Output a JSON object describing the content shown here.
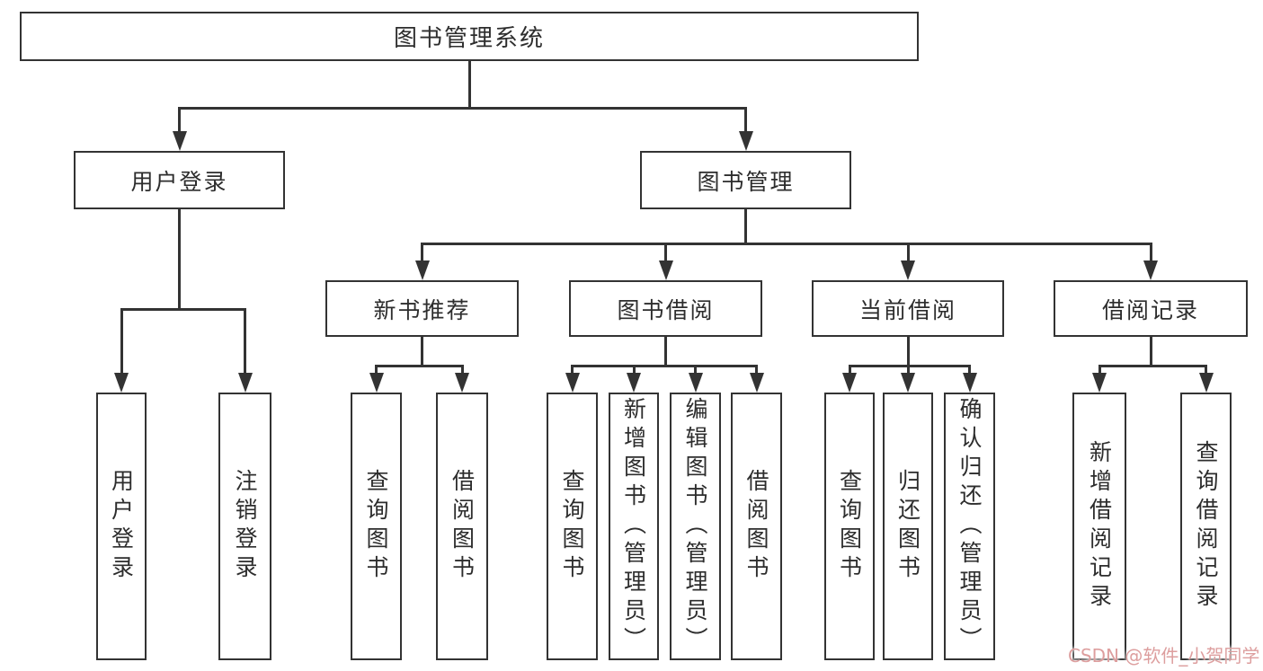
{
  "diagram": {
    "title": "图书管理系统",
    "watermark": "CSDN @软件_小贺同学",
    "nodes": [
      {
        "id": "root",
        "label": "图书管理系统",
        "orientation": "h",
        "parent": null
      },
      {
        "id": "user-login",
        "label": "用户登录",
        "orientation": "h",
        "parent": "root"
      },
      {
        "id": "book-mgmt",
        "label": "图书管理",
        "orientation": "h",
        "parent": "root"
      },
      {
        "id": "login",
        "label": "用户登录",
        "orientation": "v",
        "parent": "user-login"
      },
      {
        "id": "logout",
        "label": "注销登录",
        "orientation": "v",
        "parent": "user-login"
      },
      {
        "id": "new-book-rec",
        "label": "新书推荐",
        "orientation": "h",
        "parent": "book-mgmt"
      },
      {
        "id": "book-borrow",
        "label": "图书借阅",
        "orientation": "h",
        "parent": "book-mgmt"
      },
      {
        "id": "current-borrow",
        "label": "当前借阅",
        "orientation": "h",
        "parent": "book-mgmt"
      },
      {
        "id": "borrow-records",
        "label": "借阅记录",
        "orientation": "h",
        "parent": "book-mgmt"
      },
      {
        "id": "rec-query-book",
        "label": "查询图书",
        "orientation": "v",
        "parent": "new-book-rec"
      },
      {
        "id": "rec-borrow-book",
        "label": "借阅图书",
        "orientation": "v",
        "parent": "new-book-rec"
      },
      {
        "id": "bb-query-book",
        "label": "查询图书",
        "orientation": "v",
        "parent": "book-borrow"
      },
      {
        "id": "bb-add-book",
        "label": "新增图书（管理员）",
        "orientation": "v",
        "parent": "book-borrow"
      },
      {
        "id": "bb-edit-book",
        "label": "编辑图书（管理员）",
        "orientation": "v",
        "parent": "book-borrow"
      },
      {
        "id": "bb-borrow-book",
        "label": "借阅图书",
        "orientation": "v",
        "parent": "book-borrow"
      },
      {
        "id": "cb-query-book",
        "label": "查询图书",
        "orientation": "v",
        "parent": "current-borrow"
      },
      {
        "id": "cb-return-book",
        "label": "归还图书",
        "orientation": "v",
        "parent": "current-borrow"
      },
      {
        "id": "cb-confirm-return",
        "label": "确认归还（管理员）",
        "orientation": "v",
        "parent": "current-borrow"
      },
      {
        "id": "br-add-record",
        "label": "新增借阅记录",
        "orientation": "v",
        "parent": "borrow-records"
      },
      {
        "id": "br-query-record",
        "label": "查询借阅记录",
        "orientation": "v",
        "parent": "borrow-records"
      }
    ]
  },
  "colors": {
    "line": "#333333",
    "text": "#2d2d2d",
    "watermark": "#dd9e9e",
    "background": "#ffffff"
  }
}
